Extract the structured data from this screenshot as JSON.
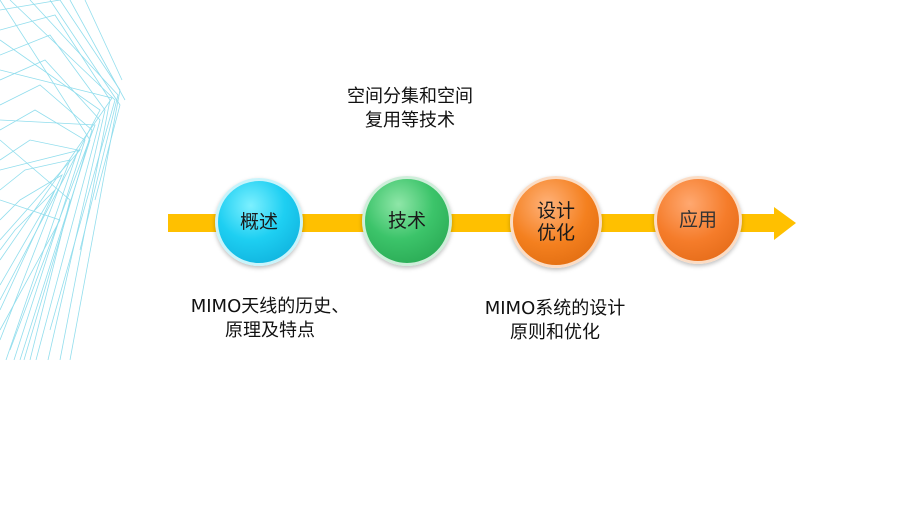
{
  "diagram": {
    "nodes": [
      {
        "label": "概述"
      },
      {
        "label": "技术"
      },
      {
        "label": "设计优化"
      },
      {
        "label": "应用"
      }
    ],
    "captions": {
      "top": [
        "空间分集和空间",
        "复用等技术"
      ],
      "left": [
        "MIMO天线的历史、",
        "原理及特点"
      ],
      "right": [
        "MIMO系统的设计",
        "原则和优化"
      ]
    },
    "colors": {
      "arrow": "#ffc000",
      "node_cyan": "#1ecff2",
      "node_green": "#3cc46a",
      "node_orange": "#f4801f",
      "wireframe": "#7fd8ea"
    }
  }
}
